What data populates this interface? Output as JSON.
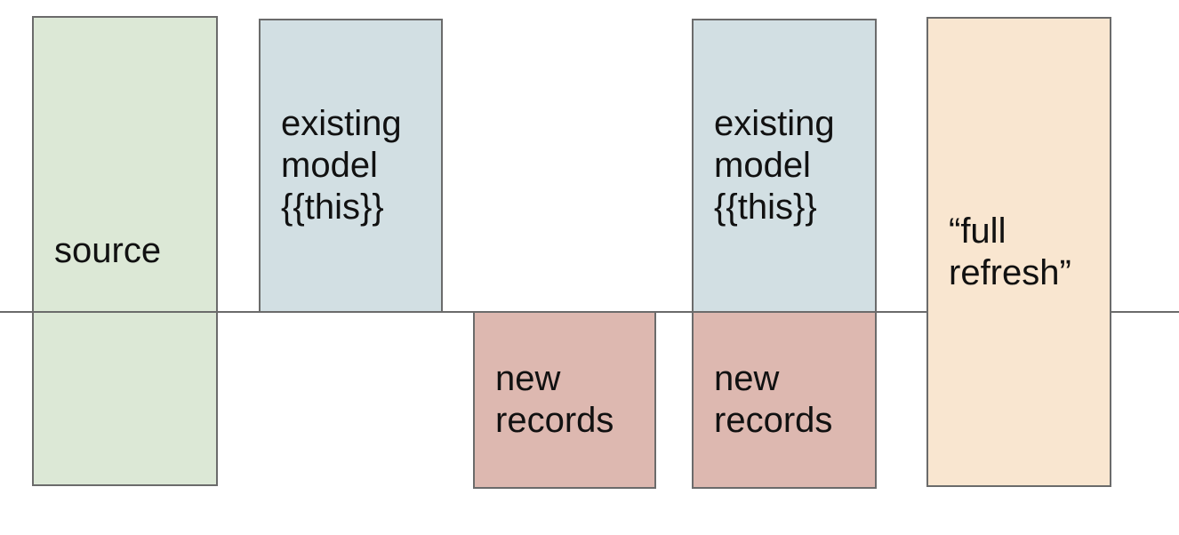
{
  "diagram": {
    "background_color": "#ffffff",
    "border_color": "#6b6b6b",
    "text_color": "#111111",
    "divider_line": {
      "orientation": "horizontal",
      "color": "#6b6b6b"
    },
    "boxes": [
      {
        "id": "source",
        "label": "source",
        "fill": "#dce8d6",
        "position": "spans divider, far left"
      },
      {
        "id": "existing-model-1",
        "label": "existing\nmodel\n{{this}}",
        "fill": "#d2dfe3",
        "position": "above divider"
      },
      {
        "id": "new-records-1",
        "label": "new\nrecords",
        "fill": "#ddb8b0",
        "position": "below divider"
      },
      {
        "id": "existing-model-2",
        "label": "existing\nmodel\n{{this}}",
        "fill": "#d2dfe3",
        "position": "above divider"
      },
      {
        "id": "new-records-2",
        "label": "new\nrecords",
        "fill": "#ddb8b0",
        "position": "below divider, directly under existing-model-2"
      },
      {
        "id": "full-refresh",
        "label": "“full\nrefresh”",
        "fill": "#f9e6d0",
        "position": "spans divider, far right, drawn over divider"
      }
    ]
  }
}
